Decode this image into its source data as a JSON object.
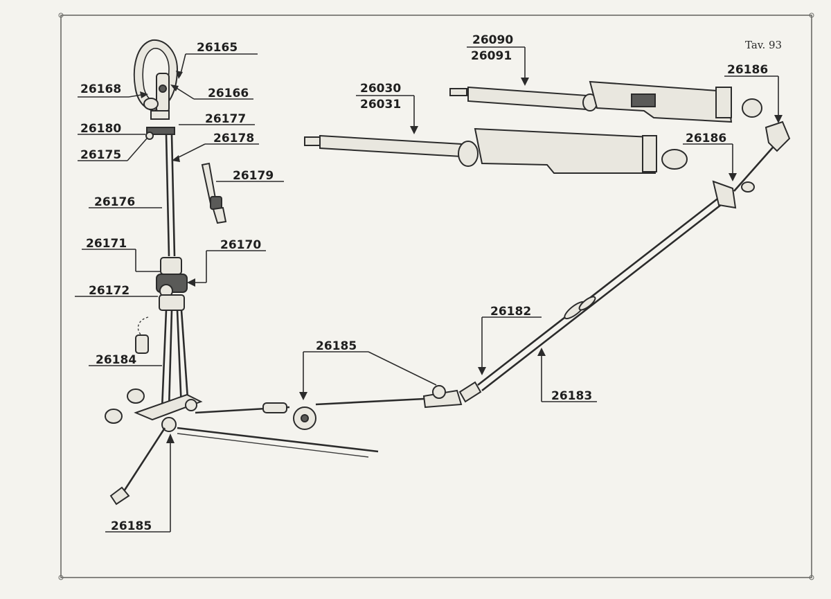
{
  "plate": {
    "title": "Tav. 93"
  },
  "labels": {
    "p26165": "26165",
    "p26168": "26168",
    "p26166": "26166",
    "p26177": "26177",
    "p26180": "26180",
    "p26178": "26178",
    "p26175": "26175",
    "p26179": "26179",
    "p26176": "26176",
    "p26171": "26171",
    "p26170": "26170",
    "p26172": "26172",
    "p26184": "26184",
    "p26185_left": "26185",
    "p26185_mid": "26185",
    "p26182": "26182",
    "p26183": "26183",
    "p26090": "26090",
    "p26091": "26091",
    "p26030": "26030",
    "p26031": "26031",
    "p26186_top": "26186",
    "p26186_mid": "26186"
  },
  "colors": {
    "ink": "#2b2b2b",
    "paper": "#f4f3ee"
  }
}
